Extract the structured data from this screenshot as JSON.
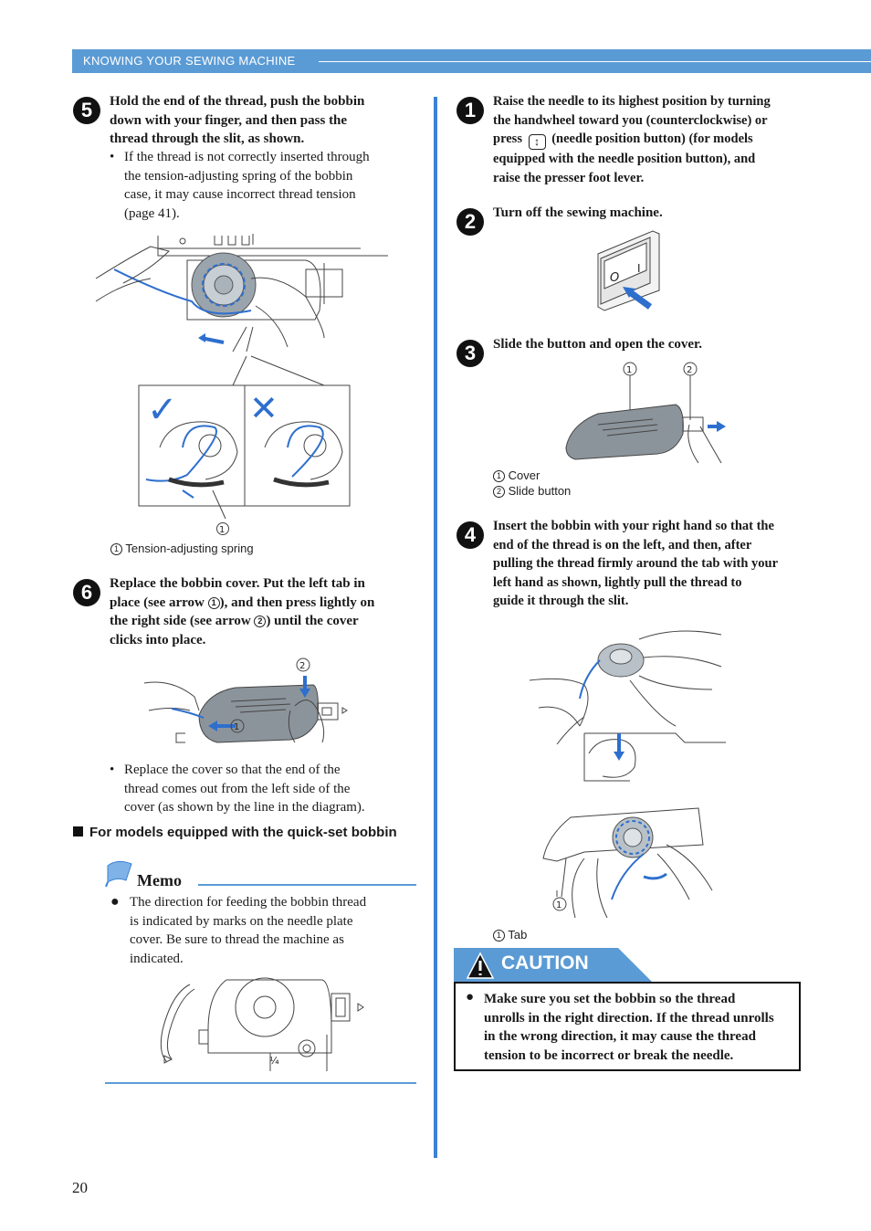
{
  "header": {
    "title": "KNOWING YOUR SEWING MACHINE"
  },
  "left": {
    "step5": {
      "number": "5",
      "instruction_lines": [
        "Hold the end of the thread, push the bobbin",
        "down with your finger, and then pass the",
        "thread through the slit, as shown."
      ],
      "note_lines": [
        "If the thread is not correctly inserted through",
        "the tension-adjusting spring of the bobbin",
        "case, it may cause incorrect thread tension",
        "(page 41)."
      ],
      "callout": "1",
      "caption_num": "1",
      "caption": "Tension-adjusting spring",
      "correct_mark": "✓",
      "wrong_mark": "✕"
    },
    "step6": {
      "number": "6",
      "instruction_lines": [
        "Replace the bobbin cover. Put the left tab in",
        "place (see arrow ",
        "), and then press lightly on",
        "the right side (see arrow ",
        ") until the cover",
        "clicks into place."
      ],
      "callout1": "1",
      "callout2": "2",
      "note_lines": [
        "Replace the cover so that the end of the",
        "thread comes out from the left side of the",
        "cover (as shown by the line in the diagram)."
      ]
    },
    "section_heading": "For models equipped with the quick-set bobbin",
    "memo": {
      "title": "Memo",
      "lines": [
        "The direction for feeding the bobbin thread",
        "is indicated by marks on the needle plate",
        "cover. Be sure to thread the machine as",
        "indicated."
      ]
    }
  },
  "right": {
    "step1": {
      "number": "1",
      "lines": [
        "Raise the needle to its highest position by turning",
        "the handwheel toward you (counterclockwise) or",
        "press",
        "(needle position button) (for models",
        "equipped with the needle position button), and",
        "raise the presser foot lever."
      ]
    },
    "step2": {
      "number": "2",
      "text": "Turn off the sewing machine.",
      "switch_off": "O",
      "switch_on": "I"
    },
    "step3": {
      "number": "3",
      "text": "Slide the button and open the cover.",
      "callout1": "1",
      "callout2": "2",
      "captions": [
        {
          "num": "1",
          "label": "Cover"
        },
        {
          "num": "2",
          "label": "Slide button"
        }
      ]
    },
    "step4": {
      "number": "4",
      "lines": [
        "Insert the bobbin with your right hand so that the",
        "end of the thread is on the left, and then, after",
        "pulling the thread firmly around the tab with your",
        "left hand as shown, lightly pull the thread to",
        "guide it through the slit."
      ],
      "callout": "1",
      "caption_num": "1",
      "caption": "Tab"
    },
    "caution": {
      "label": "CAUTION",
      "lines": [
        "Make sure you set the bobbin so the thread",
        "unrolls in the right direction. If the thread unrolls",
        "in the wrong direction, it may cause the thread",
        "tension to be incorrect or break the needle."
      ]
    }
  },
  "page_number": "20",
  "colors": {
    "accent": "#5b9bd5",
    "divider": "#3b82d6",
    "thread": "#2e6fce"
  }
}
